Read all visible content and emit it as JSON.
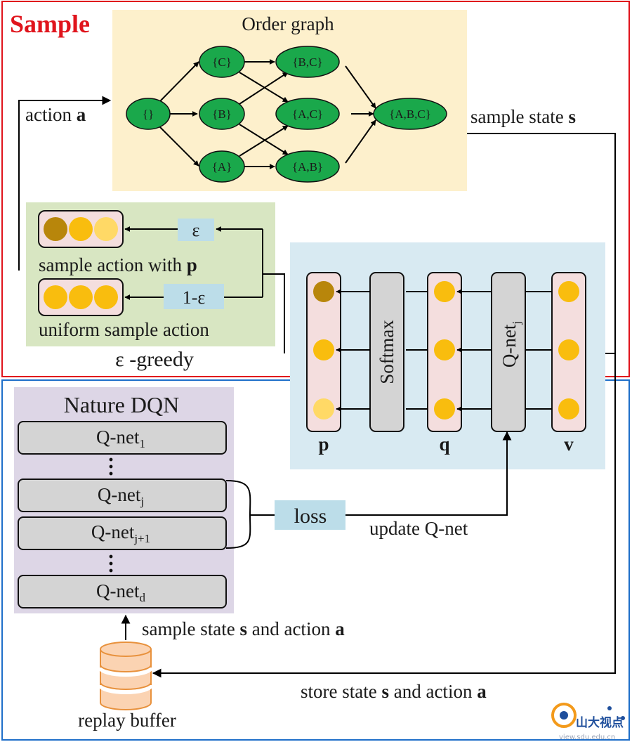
{
  "sample_frame": {
    "title": "Sample"
  },
  "order_graph": {
    "title": "Order graph",
    "nodes": {
      "empty": "{}",
      "c": "{C}",
      "b": "{B}",
      "a": "{A}",
      "bc": "{B,C}",
      "ac": "{A,C}",
      "ab": "{A,B}",
      "abc": "{A,B,C}"
    }
  },
  "labels": {
    "action_a_prefix": "action ",
    "action_a_bold": "a",
    "sample_state_prefix": "sample state ",
    "sample_state_bold": "s",
    "update_qnet": "update Q-net",
    "sample_state_action_1": "sample state ",
    "sample_state_action_s": "s",
    "sample_state_action_2": " and action ",
    "sample_state_action_a": "a",
    "store_state_action_1": "store state ",
    "store_state_action_s": "s",
    "store_state_action_2": " and action ",
    "store_state_action_a": "a",
    "replay_buffer": "replay buffer"
  },
  "egreedy": {
    "epsilon": "ε",
    "one_minus_epsilon": "1-ε",
    "sample_with_p_prefix": "sample action with ",
    "sample_with_p_bold": "p",
    "uniform": "uniform sample action",
    "caption": "ε -greedy"
  },
  "network": {
    "softmax": "Softmax",
    "qnet_j_base": "Q-net",
    "qnet_j_sub": "j",
    "p_label": "p",
    "q_label": "q",
    "v_label": "v"
  },
  "dqn": {
    "title": "Nature DQN",
    "qnet_base": "Q-net",
    "sub_1": "1",
    "sub_j": "j",
    "sub_j1": "j+1",
    "sub_d": "d",
    "loss": "loss"
  },
  "watermark": {
    "text": "山大视点",
    "url": "view.sdu.edu.cn"
  },
  "colors": {
    "red_frame": "#e0141c",
    "blue_frame": "#1f6fc9",
    "node_green": "#1aa84b",
    "order_bg": "#fdf0cc",
    "greedy_bg": "#d8e6c2",
    "net_bg": "#d8eaf2",
    "dqn_bg": "#ddd6e6",
    "dot_dark": "#b8860b",
    "dot_gold": "#f9bd0e",
    "dot_light": "#ffd966"
  }
}
